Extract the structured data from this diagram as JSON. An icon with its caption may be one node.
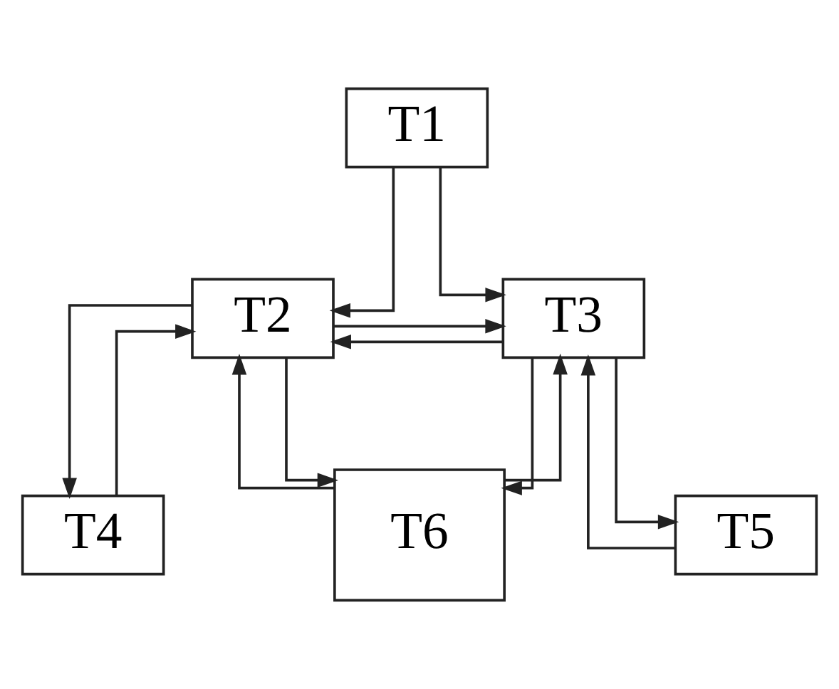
{
  "diagram": {
    "nodes": [
      {
        "text": [
          "T1"
        ]
      },
      {
        "text": [
          "T2"
        ]
      },
      {
        "text": [
          "T3"
        ]
      },
      {
        "text": [
          "T6"
        ]
      },
      {
        "text": [
          "T4"
        ]
      },
      {
        "text": [
          "T5"
        ]
      }
    ],
    "edges": [
      {
        "from": 0,
        "to": 1,
        "arrow": "to"
      },
      {
        "from": 0,
        "to": 2,
        "arrow": "to"
      },
      {
        "from": 1,
        "to": 2,
        "arrow": "to"
      },
      {
        "from": 2,
        "to": 1,
        "arrow": "to"
      },
      {
        "from": 1,
        "to": 3,
        "arrow": "to"
      },
      {
        "from": 3,
        "to": 1,
        "arrow": "to"
      },
      {
        "from": 3,
        "to": 2,
        "arrow": "to"
      },
      {
        "from": 2,
        "to": 3,
        "arrow": "to"
      },
      {
        "from": 1,
        "to": 4,
        "arrow": "to"
      },
      {
        "from": 4,
        "to": 1,
        "arrow": "to"
      },
      {
        "from": 5,
        "to": 2,
        "arrow": "to"
      },
      {
        "from": 2,
        "to": 5,
        "arrow": "to"
      }
    ]
  }
}
